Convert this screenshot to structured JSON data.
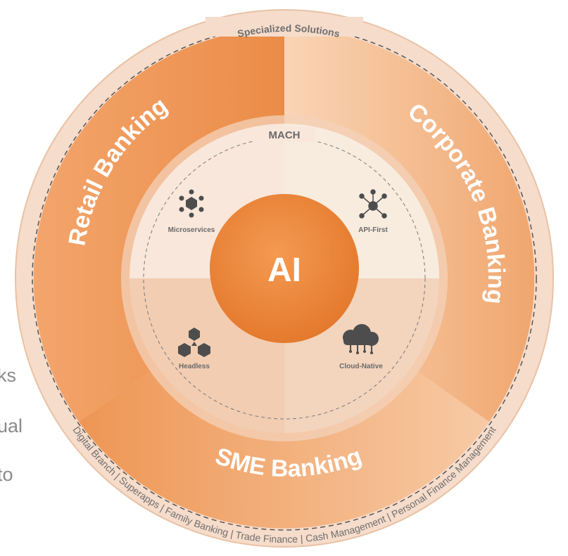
{
  "outer_ring": {
    "top_label": "Specialized Solutions",
    "bottom_label": "Digital Branch | Superapps | Family Banking | Trade Finance | Cash Management | Personal Finance Management"
  },
  "segments": [
    {
      "label": "Retail Banking"
    },
    {
      "label": "Corporate Banking"
    },
    {
      "label": "SME Banking"
    }
  ],
  "mach": {
    "title": "MACH",
    "nodes": [
      {
        "label": "Microservices",
        "icon": "microservices-icon"
      },
      {
        "label": "API-First",
        "icon": "api-network-icon"
      },
      {
        "label": "Headless",
        "icon": "headless-blocks-icon"
      },
      {
        "label": "Cloud-Native",
        "icon": "cloud-icon"
      }
    ]
  },
  "center": {
    "label": "AI"
  },
  "background_text": [
    "ks",
    "ual",
    "to"
  ],
  "colors": {
    "accent": "#e8843a",
    "segment_dark": "#f09a5c",
    "segment_light": "#f7c39c",
    "outer_ring": "#f6dccb",
    "inner_light": "#f8e6d9",
    "icon": "#4d4d4d"
  }
}
